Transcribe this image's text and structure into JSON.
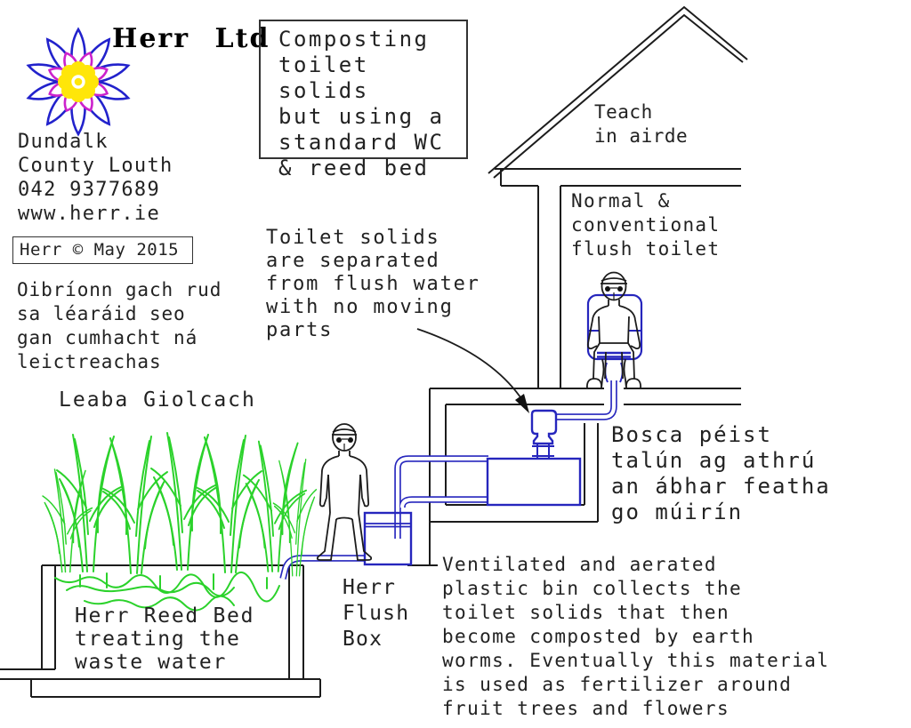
{
  "logo": {
    "company": "Herr Ltd",
    "flower_icon": "flower-logo"
  },
  "contact": {
    "lines": [
      "Dundalk",
      "County Louth",
      "042 9377689",
      "www.herr.ie"
    ]
  },
  "copyright": {
    "text": "Herr © May 2015"
  },
  "irish_note": {
    "lines": [
      "Oibríonn gach rud",
      "sa léaráid seo",
      "gan cumhacht ná",
      "leictreachas"
    ]
  },
  "title_box": {
    "lines": [
      "Composting",
      "toilet solids",
      "but using a",
      "standard WC",
      "& reed bed"
    ]
  },
  "house": {
    "attic_label": {
      "lines": [
        "Teach",
        "in airde"
      ]
    },
    "toilet_label": {
      "lines": [
        "Normal &",
        "conventional",
        "flush toilet"
      ]
    }
  },
  "separator_note": {
    "lines": [
      "Toilet solids",
      "are separated",
      "from flush water",
      "with no moving",
      "parts"
    ]
  },
  "reed_bed": {
    "title": "Leaba Giolcach",
    "label": {
      "lines": [
        "Herr Reed Bed",
        "treating the",
        "waste water"
      ]
    }
  },
  "flush_box_label": {
    "lines": [
      "Herr",
      "Flush",
      "Box"
    ]
  },
  "worm_box_note": {
    "lines": [
      "Bosca péist",
      "talún ag athrú",
      "an ábhar featha",
      "go múirín"
    ]
  },
  "compost_note": {
    "lines": [
      "Ventilated and aerated",
      "plastic bin collects the",
      "toilet solids that then",
      "become composted by earth",
      "worms. Eventually this material",
      "is used as fertilizer around",
      "fruit trees and flowers"
    ]
  },
  "colors": {
    "line": "#1c1c1c",
    "pipe": "#2626bd",
    "reed": "#2bd22b",
    "logo_blue": "#2222cc",
    "logo_magenta": "#cc22cc",
    "logo_yellow": "#ffe609",
    "text": "#222222"
  }
}
